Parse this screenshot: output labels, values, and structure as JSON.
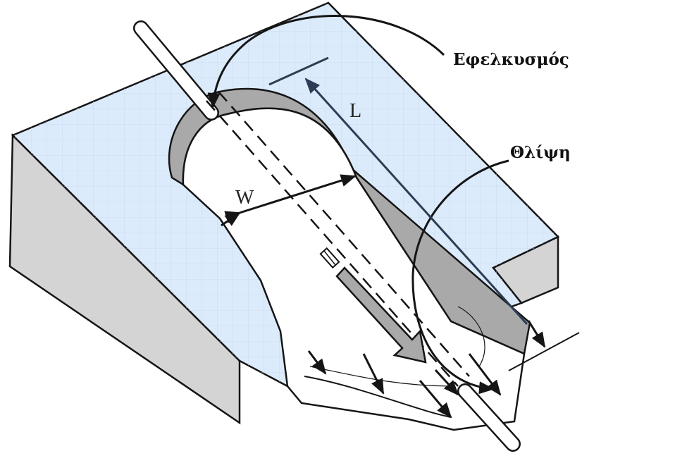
{
  "labels": {
    "tension": "Εφελκυσμός",
    "compression": "Θλίψη",
    "length": "L",
    "width": "W"
  },
  "colors": {
    "slab_top": "#dcebfb",
    "slab_side": "#d4d4d4",
    "grid": "#c3d7ef",
    "rim": "#a9a9a9",
    "outline": "#151515",
    "length_arrow": "#2d3d55"
  }
}
